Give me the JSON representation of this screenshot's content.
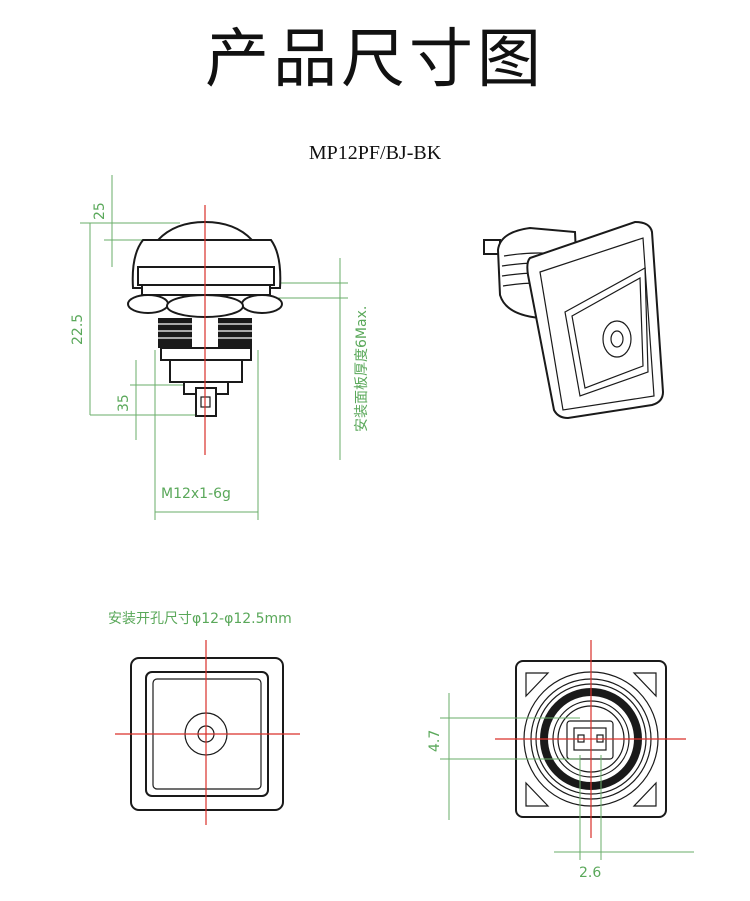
{
  "title": "产品尺寸图",
  "model": "MP12PF/BJ-BK",
  "side_view": {
    "dim_cap_height": "25",
    "dim_total_height": "22.5",
    "dim_terminal": "35",
    "thread": "M12x1-6g",
    "panel_thickness": "安装面板厚度6Max."
  },
  "front_view": {
    "cutout": "安装开孔尺寸φ12-φ12.5mm"
  },
  "rear_view": {
    "dim_vertical": "4.7",
    "dim_horizontal": "2.6"
  },
  "colors": {
    "dimension": "#6aae6a",
    "centerline": "#d9302a",
    "outline": "#1a1a1a"
  }
}
